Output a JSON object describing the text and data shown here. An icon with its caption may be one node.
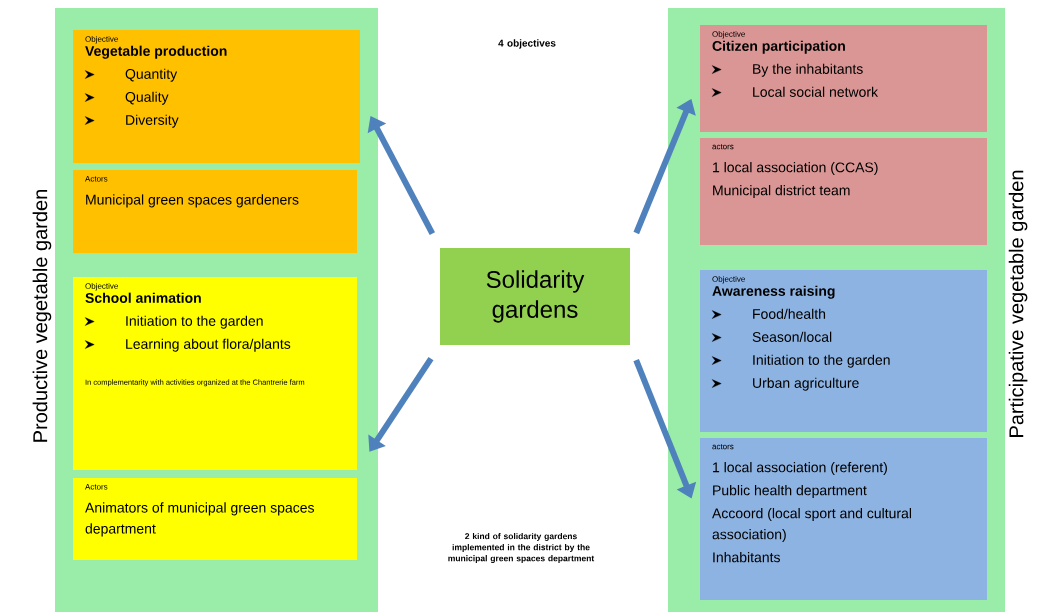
{
  "diagram": {
    "nodes": [
      {
        "text": [
          "Productive vegetable garden"
        ]
      },
      {
        "text": [
          "Objective",
          "Vegetable production",
          "Quantity",
          "Quality",
          "Diversity"
        ],
        "in": 0
      },
      {
        "text": [
          "Actors",
          "Municipal green spaces gardeners"
        ],
        "in": 0
      },
      {
        "text": [
          "Objective",
          "School animation",
          "Initiation to the garden",
          "Learning about flora/plants",
          "In complementarity with activities organized at the Chantrerie farm"
        ],
        "in": 0
      },
      {
        "text": [
          "Actors",
          "Animators of municipal green spaces department"
        ],
        "in": 0
      },
      {
        "text": [
          "Solidarity gardens"
        ]
      },
      {
        "text": [
          "Participative vegetable garden"
        ]
      },
      {
        "text": [
          "Objective",
          "Citizen participation",
          "By the inhabitants",
          "Local social network"
        ],
        "in": 6
      },
      {
        "text": [
          "actors",
          "1 local association (CCAS)",
          "Municipal district team"
        ],
        "in": 6
      },
      {
        "text": [
          "Objective",
          "Awareness raising",
          "Food/health",
          "Season/local",
          "Initiation to the garden",
          "Urban agriculture"
        ],
        "in": 6
      },
      {
        "text": [
          "actors",
          "1 local association (referent)",
          "Public health department",
          "Accoord (local sport and cultural association)",
          "Inhabitants"
        ],
        "in": 6
      }
    ],
    "edges": [
      {
        "from": 5,
        "to": 1,
        "arrow": "to"
      },
      {
        "from": 5,
        "to": 7,
        "arrow": "to"
      },
      {
        "from": 5,
        "to": 3,
        "arrow": "to"
      },
      {
        "from": 5,
        "to": 10,
        "arrow": "to"
      }
    ],
    "labels": [
      "4 objectives",
      "2 kind of solidarity gardens implemented in the district by the municipal green spaces department"
    ]
  }
}
